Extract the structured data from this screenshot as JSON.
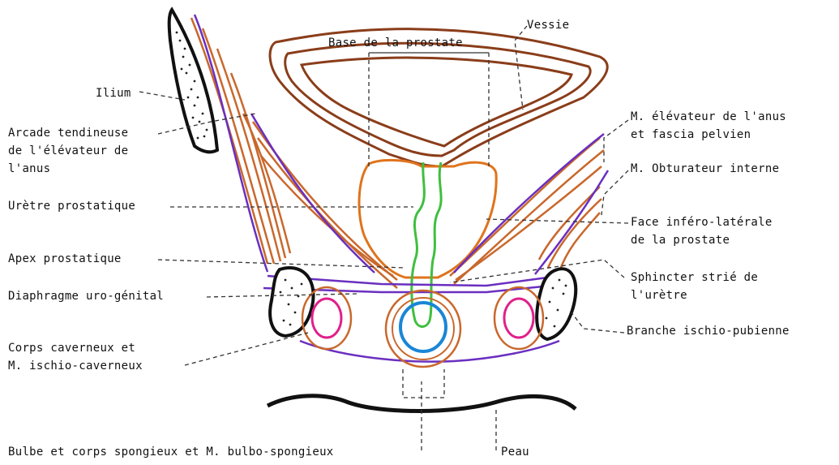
{
  "labels": {
    "base_prostate": "Base de la prostate",
    "vessie": "Vessie",
    "ilium": "Ilium",
    "arcade_1": "Arcade tendineuse",
    "arcade_2": "de l'élévateur de",
    "arcade_3": "l'anus",
    "elevateur_1": "M. élévateur de l'anus",
    "elevateur_2": "et fascia pelvien",
    "obturateur": "M. Obturateur interne",
    "uretre_prostatique": "Urètre prostatique",
    "face_1": "Face inféro-latérale",
    "face_2": "de la prostate",
    "apex": "Apex prostatique",
    "sphincter_1": "Sphincter strié de",
    "sphincter_2": "l'urètre",
    "diaphragme": "Diaphragme uro-génital",
    "branche": "Branche ischio-pubienne",
    "corps_1": "Corps caverneux et",
    "corps_2": "M. ischio-caverneux",
    "bulbe": "Bulbe et corps spongieux et M. bulbo-spongieux",
    "peau": "Peau"
  },
  "colors": {
    "bone_outline": "#111111",
    "muscle": "#c9682c",
    "bladder": "#8a3d1a",
    "prostate": "#e0731c",
    "urethra": "#3fbf3f",
    "fascia": "#6a2fc0",
    "corpus": "#e0208a",
    "spongiosum": "#1a86d6",
    "leader": "#333333"
  }
}
